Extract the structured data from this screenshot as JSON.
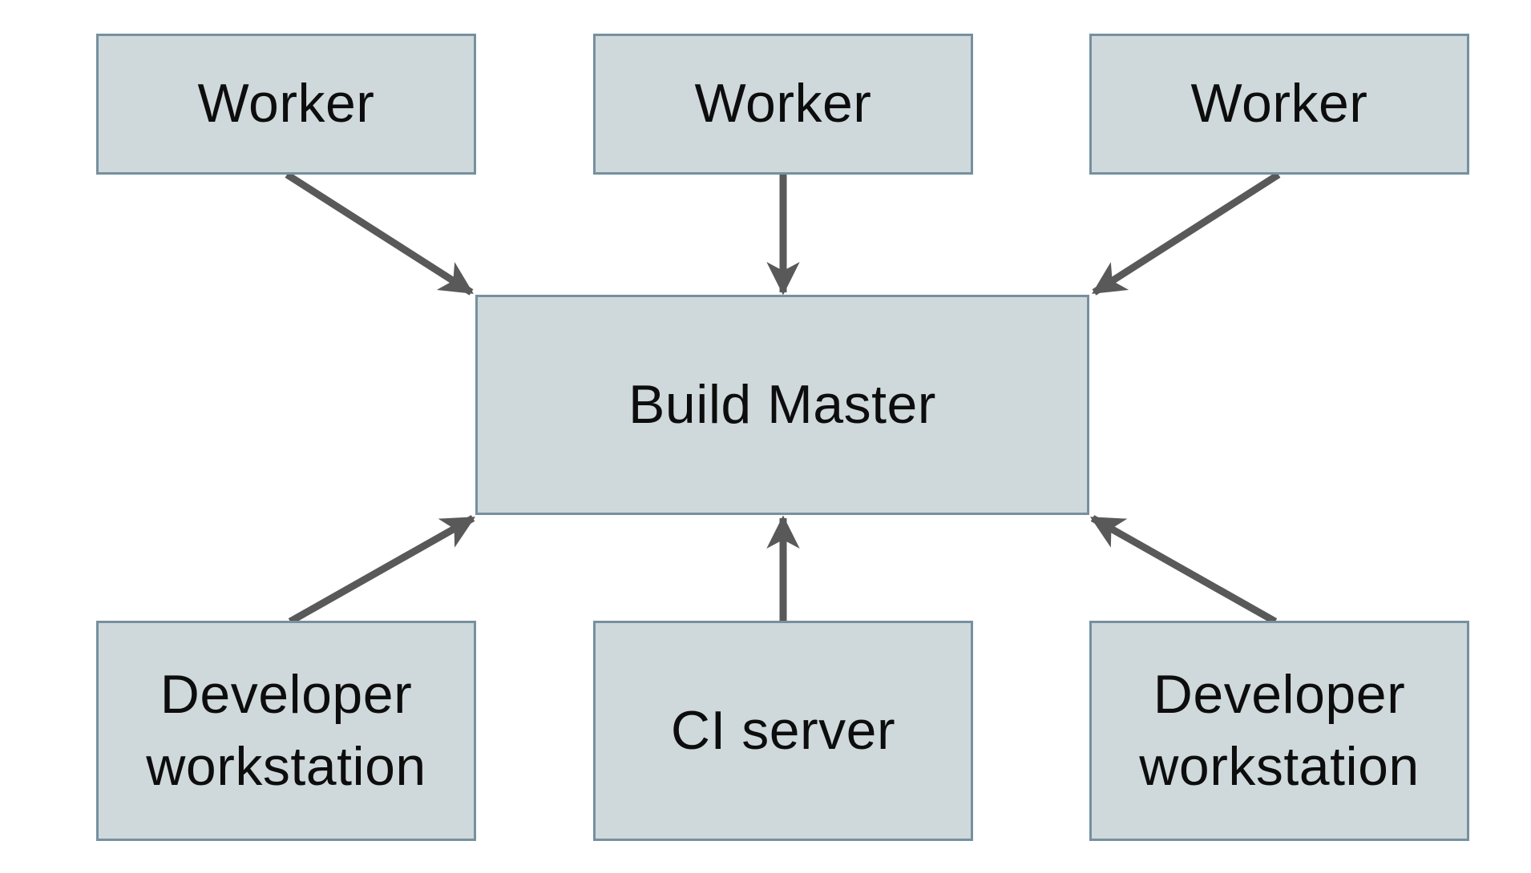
{
  "diagram": {
    "type": "architecture-diagram",
    "background_color": "#ffffff",
    "node_fill_color": "#cfd9db",
    "node_border_color": "#76909f",
    "arrow_color": "#595959",
    "text_color": "#0d0d0d",
    "nodes": {
      "worker_1": {
        "label": "Worker"
      },
      "worker_2": {
        "label": "Worker"
      },
      "worker_3": {
        "label": "Worker"
      },
      "build_master": {
        "label": "Build Master"
      },
      "dev_workstation_left": {
        "label": "Developer workstation"
      },
      "ci_server": {
        "label": "CI server"
      },
      "dev_workstation_right": {
        "label": "Developer workstation"
      }
    },
    "edges": [
      {
        "from": "worker_1",
        "to": "build_master"
      },
      {
        "from": "worker_2",
        "to": "build_master"
      },
      {
        "from": "worker_3",
        "to": "build_master"
      },
      {
        "from": "dev_workstation_left",
        "to": "build_master"
      },
      {
        "from": "ci_server",
        "to": "build_master"
      },
      {
        "from": "dev_workstation_right",
        "to": "build_master"
      }
    ]
  }
}
